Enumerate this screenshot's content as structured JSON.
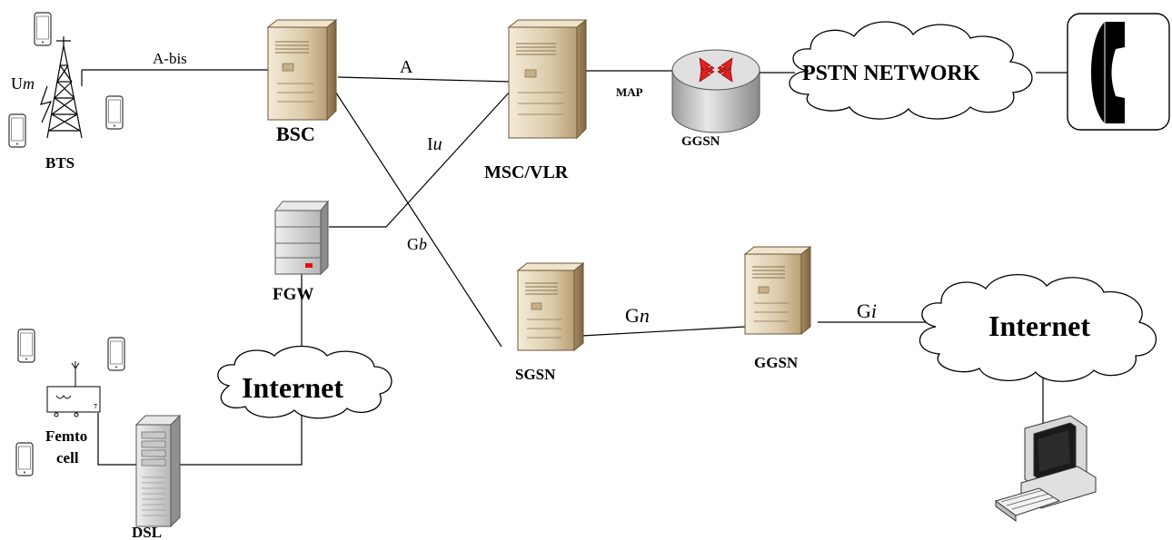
{
  "nodes": {
    "bts": "BTS",
    "bsc": "BSC",
    "msc_vlr": "MSC/VLR",
    "ggsn_router": "GGSN",
    "pstn": "PSTN NETWORK",
    "fgw": "FGW",
    "sgsn": "SGSN",
    "ggsn_server": "GGSN",
    "internet_right": "Internet",
    "internet_left": "Internet",
    "femto_line1": "Femto",
    "femto_line2": "cell",
    "dsl": "DSL"
  },
  "links": {
    "abis": "A-bis",
    "a": "A",
    "map": "MAP",
    "iu_prefix": "I",
    "iu_suffix": "u",
    "gb_prefix": "G",
    "gb_suffix": "b",
    "gn_prefix": "G",
    "gn_suffix": "n",
    "gi_prefix": "G",
    "gi_suffix": "i",
    "um_prefix": "U",
    "um_suffix": "m"
  }
}
